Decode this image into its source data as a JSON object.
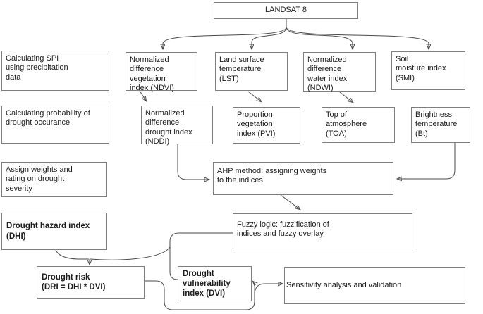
{
  "figure": {
    "type": "flowchart",
    "description": "LANDSAT 8 drought index processing workflow"
  },
  "nodes": {
    "landsat": {
      "label": "LANDSAT 8"
    },
    "spi": {
      "label": "Calculating SPI\nusing precipitation\ndata"
    },
    "prob": {
      "label": "Calculating probability of\ndrought occurance"
    },
    "weights": {
      "label": "Assign weights and\nrating on drought\nseverity"
    },
    "dhi": {
      "label": "Drought hazard index\n(DHI)"
    },
    "ndvi": {
      "label": "Normalized\ndifference\nvegetation\nindex (NDVI)"
    },
    "lst": {
      "label": "Land surface\ntemperature\n(LST)"
    },
    "ndwi": {
      "label": "Normalized\ndifference\nwater index\n(NDWI)"
    },
    "smi": {
      "label": "Soil\nmoisture index\n(SMI)"
    },
    "nddi": {
      "label": "Normalized\ndifference\ndrought index\n(NDDI)"
    },
    "pvi": {
      "label": "Proportion\nvegetation\nindex (PVI)"
    },
    "toa": {
      "label": "Top of\natmosphere\n(TOA)"
    },
    "bt": {
      "label": "Brightness\ntemperature\n(Bt)"
    },
    "ahp": {
      "label": "AHP method: assigning weights\nto the indices"
    },
    "fuzzy": {
      "label": "Fuzzy logic: fuzzification of\nindices and fuzzy overlay"
    },
    "risk": {
      "label": "Drought risk\n(DRI = DHI * DVI)"
    },
    "dvi": {
      "label": "Drought\nvulnerability\nindex (DVI)"
    },
    "sens": {
      "label": "Sensitivity analysis and validation"
    }
  },
  "colors": {
    "background": "#ffffff",
    "box_border": "#7e7e7e",
    "line": "#4a4a4a",
    "text": "#1a1a1a"
  }
}
